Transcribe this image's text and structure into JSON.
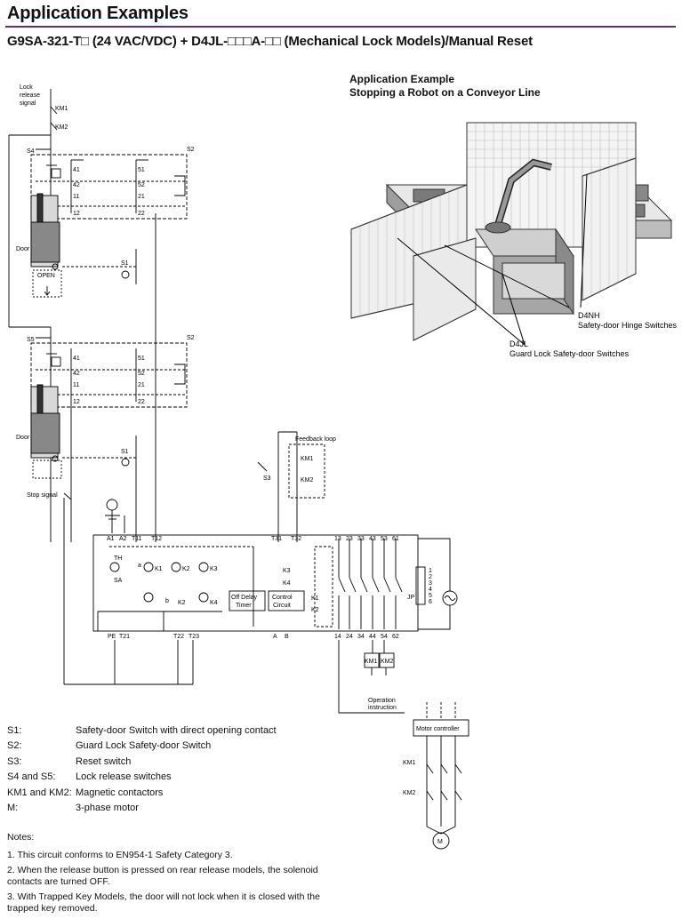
{
  "header": {
    "title": "Application Examples",
    "subtitle": "G9SA-321-T□ (24 VAC/VDC) + D4JL-□□□A-□□ (Mechanical Lock Models)/Manual Reset"
  },
  "application_example": {
    "line1": "Application Example",
    "line2": "Stopping a Robot on a Conveyor Line",
    "callouts": [
      {
        "model": "D4NH",
        "desc": "Safety-door Hinge Switches"
      },
      {
        "model": "D4JL",
        "desc": "Guard Lock Safety-door Switches"
      }
    ]
  },
  "circuit": {
    "lock_release_signal": [
      "Lock",
      "release",
      "signal"
    ],
    "km1": "KM1",
    "km2": "KM2",
    "s4": "S4",
    "s5": "S5",
    "s2": "S2",
    "s1": "S1",
    "s3": "S3",
    "door": "Door",
    "open": "OPEN",
    "stop_signal": "Stop signal",
    "feedback_loop": "Feedback loop",
    "contacts": [
      "41",
      "42",
      "11",
      "12",
      "51",
      "52",
      "21",
      "22"
    ],
    "terminals_top": [
      "A1",
      "A2",
      "T11",
      "T12",
      "T31",
      "T32",
      "13",
      "23",
      "33",
      "43",
      "53",
      "61"
    ],
    "terminals_bottom": [
      "PE",
      "T21",
      "T22",
      "T23",
      "A",
      "B",
      "14",
      "24",
      "34",
      "44",
      "54",
      "62"
    ],
    "internal": {
      "k1": "K1",
      "k2": "K2",
      "k3": "K3",
      "k4": "K4",
      "th": "TH",
      "sa": "SA",
      "a": "a",
      "b": "b",
      "off_delay": [
        "Off Delay",
        "Timer"
      ],
      "control": [
        "Control",
        "Circuit"
      ],
      "jp": "JP",
      "nums": [
        "1",
        "2",
        "3",
        "4",
        "5",
        "6"
      ]
    },
    "operation_instruction": [
      "Operation",
      "instruction"
    ],
    "motor_controller": "Motor controller",
    "motor": "M"
  },
  "legend": [
    {
      "key": "S1:",
      "value": "Safety-door Switch with direct opening contact"
    },
    {
      "key": "S2:",
      "value": "Guard Lock Safety-door Switch"
    },
    {
      "key": "S3:",
      "value": "Reset switch"
    },
    {
      "key": "S4 and S5:",
      "value": "Lock release switches"
    },
    {
      "key": "KM1 and KM2:",
      "value": "Magnetic contactors"
    },
    {
      "key": "M:",
      "value": "3-phase motor"
    }
  ],
  "notes": {
    "title": "Notes:",
    "items": [
      "1. This circuit conforms to EN954-1 Safety Category 3.",
      "2. When the release button is pressed on rear release models, the solenoid contacts are turned OFF.",
      "3. With Trapped Key Models, the door will not lock when it is closed with the trapped key removed."
    ]
  }
}
